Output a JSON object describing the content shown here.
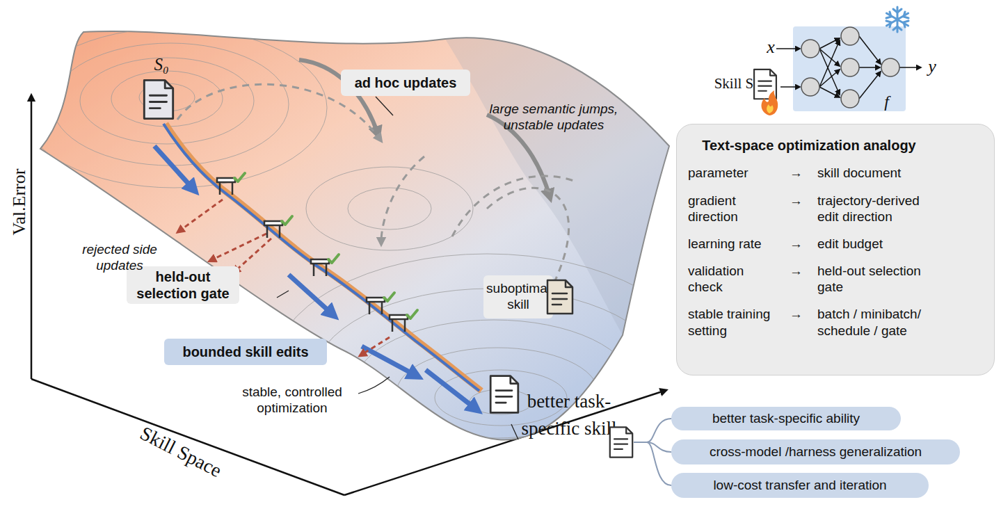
{
  "diagram": {
    "nodes": [
      {
        "text": [
          "ad hoc updates"
        ]
      },
      {
        "text": [
          "f"
        ]
      },
      {
        "text": [
          "Text-space optimization analogy",
          "parameter",
          "→",
          "skill document",
          "gradient direction",
          "→",
          "trajectory-derived edit direction",
          "learning rate",
          "→",
          "edit budget",
          "validation check",
          "→",
          "held-out selection gate",
          "stable training setting",
          "→",
          "batch / minibatch/ schedule / gate"
        ]
      },
      {
        "text": [
          "held-out selection gate"
        ]
      },
      {
        "text": [
          "suboptimal skill"
        ]
      },
      {
        "text": [
          "bounded skill edits"
        ]
      },
      {
        "text": [
          "better task-specific ability"
        ]
      },
      {
        "text": [
          "cross-model /harness generalization"
        ]
      },
      {
        "text": [
          "low-cost transfer and iteration"
        ]
      }
    ],
    "labels": [
      "x",
      "Skill S",
      "y",
      "S₀",
      "Val.Error",
      "large semantic jumps, unstable updates",
      "rejected side updates",
      "stable, controlled optimization",
      "Skill Space",
      "better task-specific skill"
    ]
  }
}
